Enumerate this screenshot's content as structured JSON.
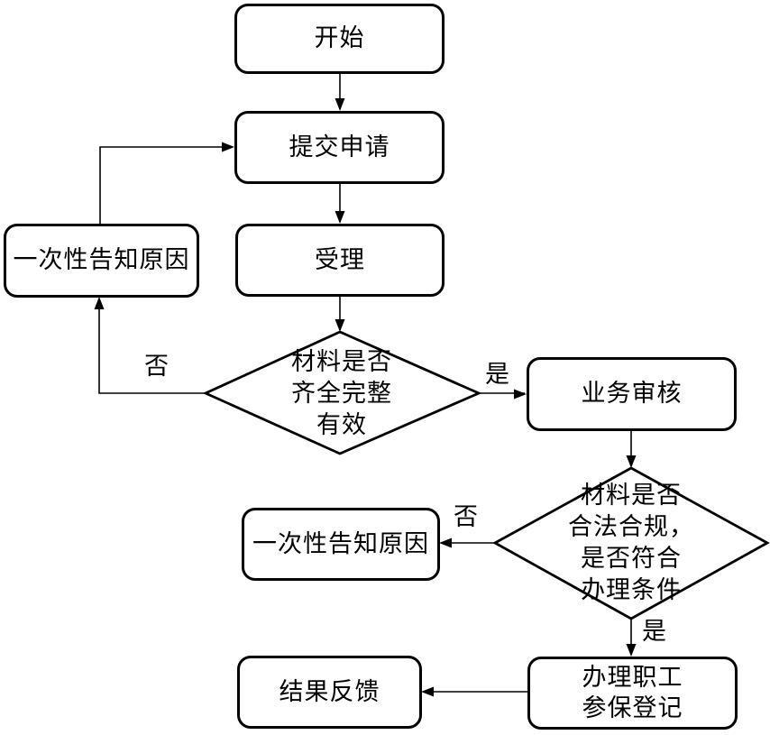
{
  "flowchart": {
    "nodes": {
      "start": "开始",
      "submit_application": "提交申请",
      "accept": "受理",
      "notify_reason_1": "一次性告知原因",
      "check_materials": "材料是否\n齐全完整\n有效",
      "business_review": "业务审核",
      "check_compliance": "材料是否\n合法合规，\n是否符合\n办理条件",
      "notify_reason_2": "一次性告知原因",
      "register_insurance": "办理职工\n参保登记",
      "result_feedback": "结果反馈"
    },
    "edge_labels": {
      "materials_yes": "是",
      "materials_no": "否",
      "compliance_yes": "是",
      "compliance_no": "否"
    },
    "colors": {
      "line": "#000000",
      "shape_fill": "#ffffff",
      "text": "#000000",
      "background": "#ffffff"
    }
  }
}
